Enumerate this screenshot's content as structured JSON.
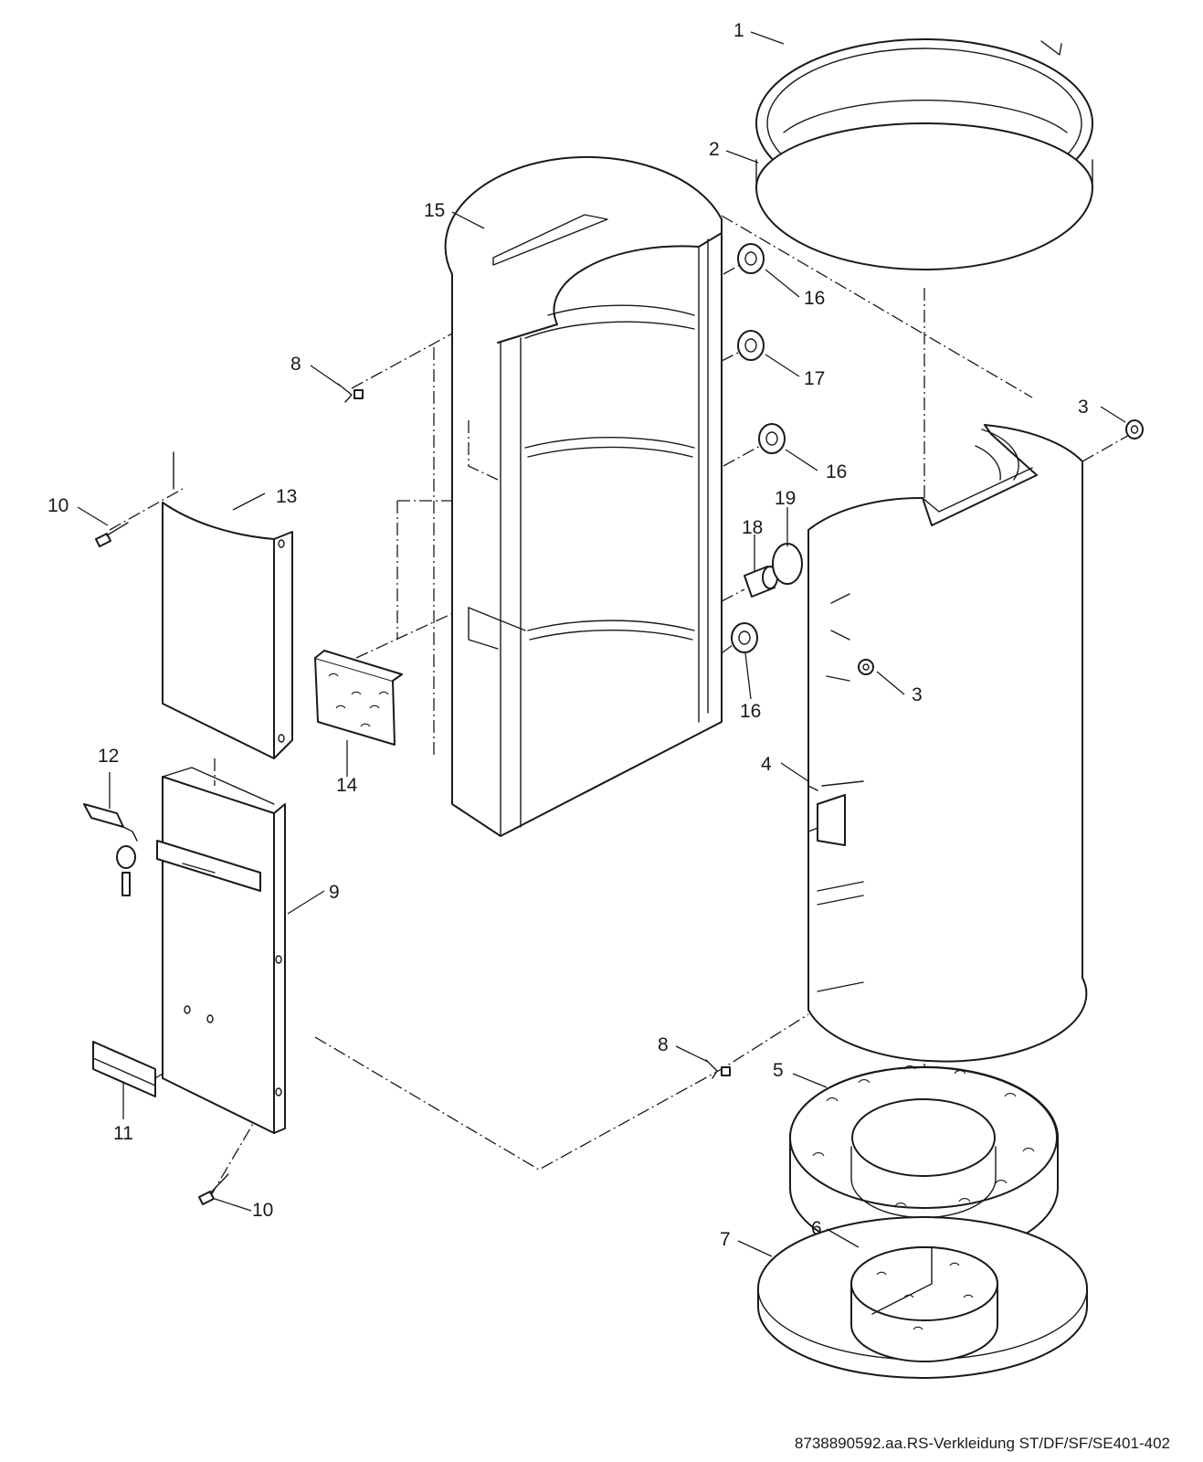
{
  "diagram": {
    "parts": [
      {
        "id": "ring-top",
        "label": "1"
      },
      {
        "id": "cover-top",
        "label": "2"
      },
      {
        "id": "cap-upper",
        "label": "3"
      },
      {
        "id": "cap-lower",
        "label": "3"
      },
      {
        "id": "jacket-seam",
        "label": "4"
      },
      {
        "id": "foam-ring",
        "label": "5"
      },
      {
        "id": "foam-disc",
        "label": "6"
      },
      {
        "id": "bottom-cover",
        "label": "7"
      },
      {
        "id": "clip-upper",
        "label": "8"
      },
      {
        "id": "clip-lower",
        "label": "8"
      },
      {
        "id": "front-panel",
        "label": "9"
      },
      {
        "id": "screw-upper",
        "label": "10"
      },
      {
        "id": "screw-lower",
        "label": "10"
      },
      {
        "id": "label-strip",
        "label": "11"
      },
      {
        "id": "sensor",
        "label": "12"
      },
      {
        "id": "upper-panel",
        "label": "13"
      },
      {
        "id": "foam-block",
        "label": "14"
      },
      {
        "id": "insulation-shell",
        "label": "15"
      },
      {
        "id": "grommet-1",
        "label": "16"
      },
      {
        "id": "grommet-2",
        "label": "17"
      },
      {
        "id": "grommet-3",
        "label": "16"
      },
      {
        "id": "plug",
        "label": "18"
      },
      {
        "id": "o-ring",
        "label": "19"
      },
      {
        "id": "grommet-4",
        "label": "16"
      }
    ]
  },
  "footer": {
    "code": "8738890592.aa.RS-Verkleidung ST/DF/SF/SE401-402"
  }
}
